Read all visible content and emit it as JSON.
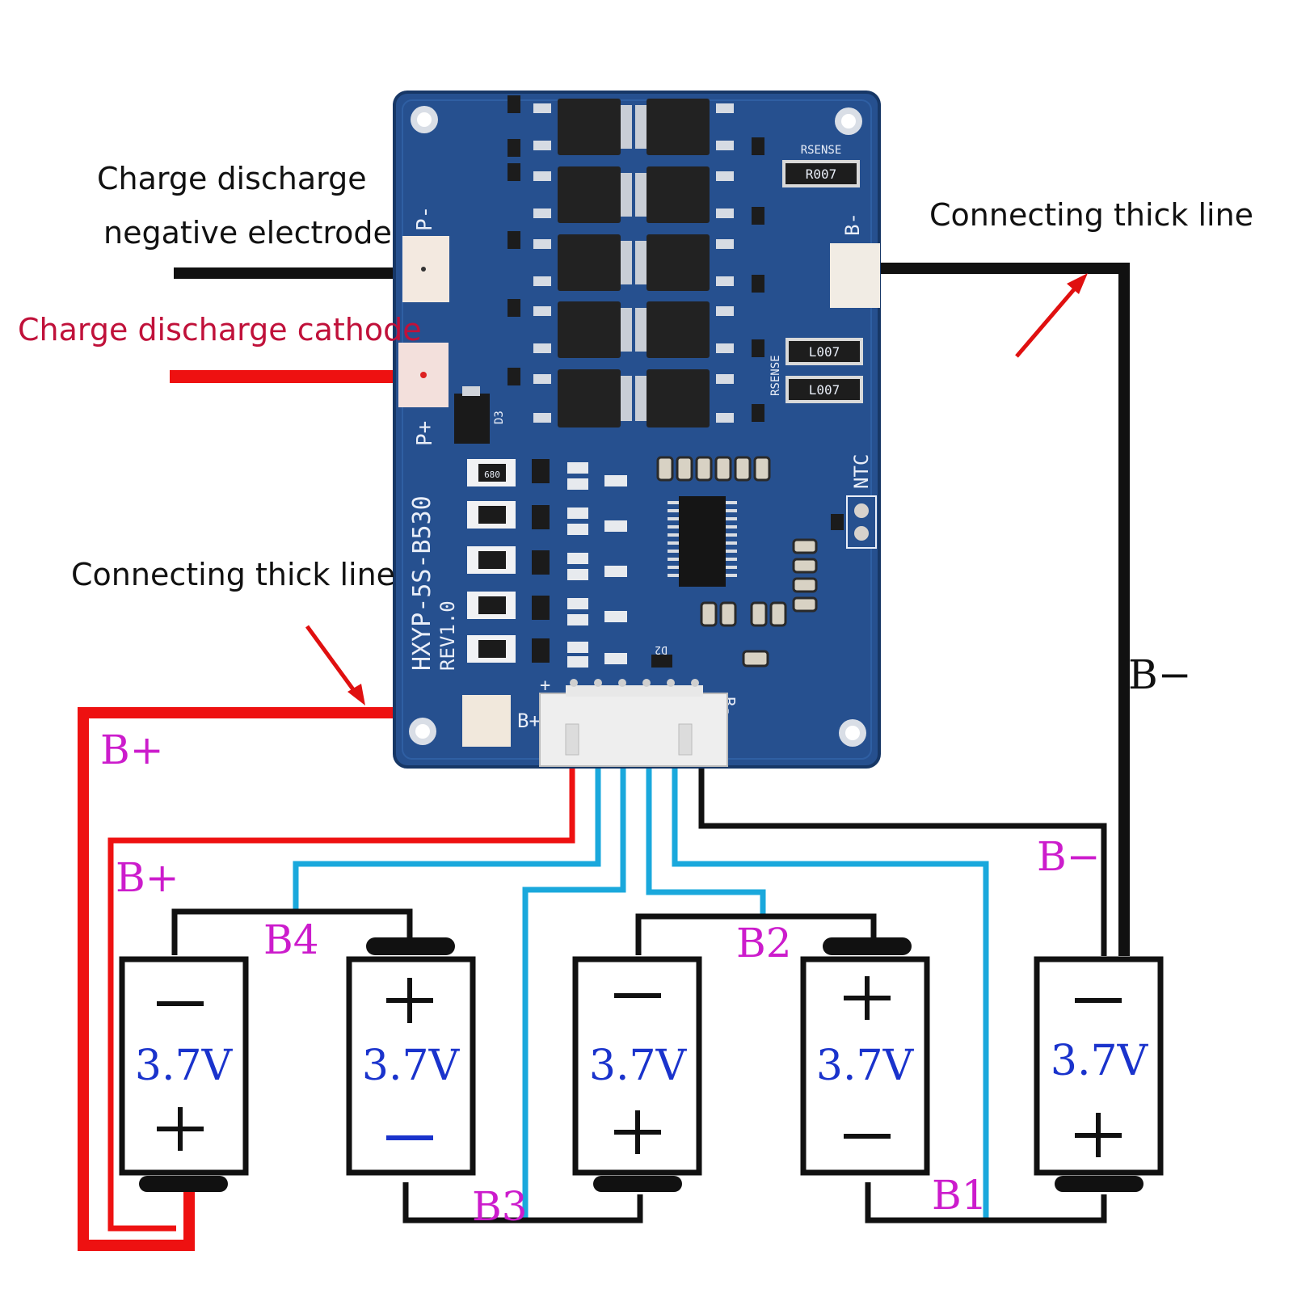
{
  "labels": {
    "charge_negative_line1": "Charge discharge",
    "charge_negative_line2": "negative electrode",
    "charge_cathode": "Charge discharge cathode",
    "connect_thick_right": "Connecting thick line",
    "connect_thick_left": "Connecting thick line",
    "bminus_right": "B−",
    "bplus_top": "B+",
    "bplus_lower": "B+",
    "bminus_lower": "B−",
    "b4": "B4",
    "b3": "B3",
    "b2": "B2",
    "b1": "B1"
  },
  "board": {
    "model": "HXYP-5S-B530",
    "rev": "REV1.0",
    "p_minus": "P-",
    "p_plus": "P+",
    "b_minus": "B-",
    "b_plus": "B+",
    "b_minus_conn": "B-",
    "ntc": "NTC",
    "rsense": "RSENSE",
    "rsense_side": "RSENSE",
    "r_value": "R007",
    "r_value_2": "L007",
    "r_value_3": "L007",
    "d3": "D3",
    "d2": "D2",
    "resistor_680": "680",
    "plus_mark": "+"
  },
  "cells": [
    {
      "voltage": "3.7V",
      "top_sign": "minus",
      "bottom_sign": "plus"
    },
    {
      "voltage": "3.7V",
      "top_sign": "plus",
      "bottom_sign": "minus"
    },
    {
      "voltage": "3.7V",
      "top_sign": "minus",
      "bottom_sign": "plus"
    },
    {
      "voltage": "3.7V",
      "top_sign": "plus",
      "bottom_sign": "minus"
    },
    {
      "voltage": "3.7V",
      "top_sign": "minus",
      "bottom_sign": "plus"
    }
  ],
  "colors": {
    "board": "#26508f",
    "wire_black": "#111111",
    "wire_red": "#ee1111",
    "wire_blue": "#1aa8dc",
    "label_magenta": "#cc1ccc",
    "voltage_blue": "#1a33cc"
  }
}
